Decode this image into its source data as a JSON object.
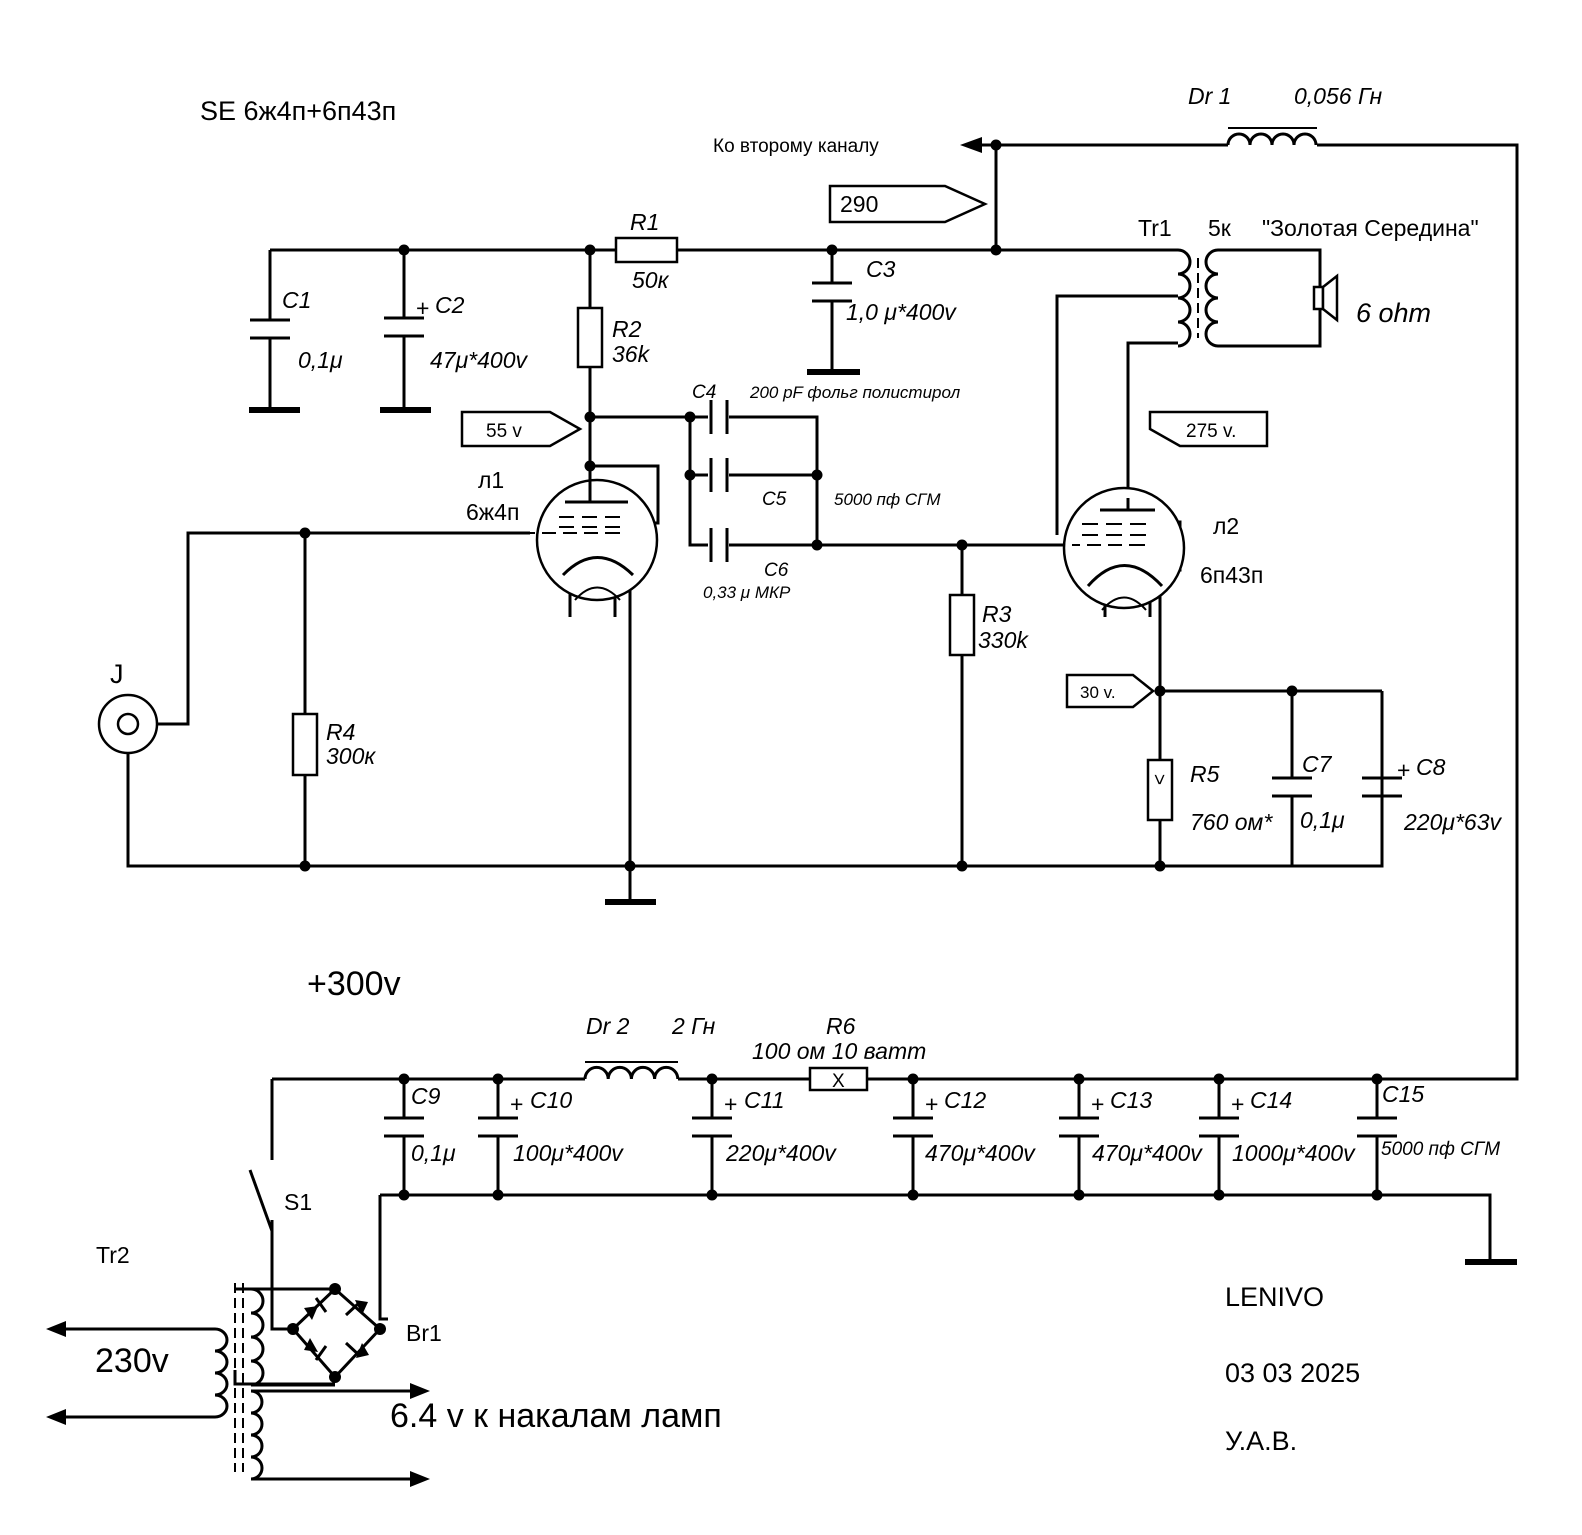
{
  "title": "SE 6ж4п+6п43п",
  "notes": {
    "to_second_channel": "Ко второму каналу",
    "b_plus": "+300v",
    "mains": "230v",
    "heaters": "6.4 v к  накалам ламп",
    "author": "LENIVO",
    "date": "03  03 2025",
    "initials": "У.А.В."
  },
  "voltages": {
    "v290": "290",
    "v55": "55 v",
    "v275": "275 v.",
    "v30": "30 v."
  },
  "tubes": {
    "l1_ref": "л1",
    "l1_type": "6ж4п",
    "l2_ref": "л2",
    "l2_type": "6п43п"
  },
  "resistors": {
    "r1_ref": "R1",
    "r1_val": "50к",
    "r2_ref": "R2",
    "r2_val": "36k",
    "r3_ref": "R3",
    "r3_val": "330k",
    "r4_ref": "R4",
    "r4_val": "300к",
    "r5_ref": "R5",
    "r5_val": "760 ом*",
    "r5_mark": "<",
    "r6_ref": "R6",
    "r6_val": "100 ом 10 ватт",
    "r6_mark": "X"
  },
  "capacitors": {
    "c1_ref": "C1",
    "c1_val": "0,1μ",
    "c2_ref": "C2",
    "c2_val": "47μ*400v",
    "c3_ref": "C3",
    "c3_val": "1,0 μ*400v",
    "c4_ref": "C4",
    "c4_val": "200 pF фольг полистирол",
    "c5_ref": "C5",
    "c5_val": "5000 пф СГМ",
    "c6_ref": "C6",
    "c6_val": "0,33 μ МКР",
    "c7_ref": "C7",
    "c7_val": "0,1μ",
    "c8_ref": "C8",
    "c8_val": "220μ*63v",
    "c9_ref": "C9",
    "c9_val": "0,1μ",
    "c10_ref": "C10",
    "c10_val": "100μ*400v",
    "c11_ref": "C11",
    "c11_val": "220μ*400v",
    "c12_ref": "C12",
    "c12_val": "470μ*400v",
    "c13_ref": "C13",
    "c13_val": "470μ*400v",
    "c14_ref": "C14",
    "c14_val": "1000μ*400v",
    "c15_ref": "C15",
    "c15_val": "5000 пф СГМ",
    "plus": "+"
  },
  "magnetics": {
    "dr1_ref": "Dr 1",
    "dr1_val": "0,056 Гн",
    "dr2_ref": "Dr 2",
    "dr2_val": "2 Гн",
    "tr1_ref": "Tr1",
    "tr1_imp": "5к",
    "tr1_name": "\"Золотая Середина\"",
    "tr2_ref": "Tr2",
    "speaker": "6 ohm"
  },
  "misc": {
    "jack": "J",
    "switch": "S1",
    "bridge": "Br1"
  }
}
